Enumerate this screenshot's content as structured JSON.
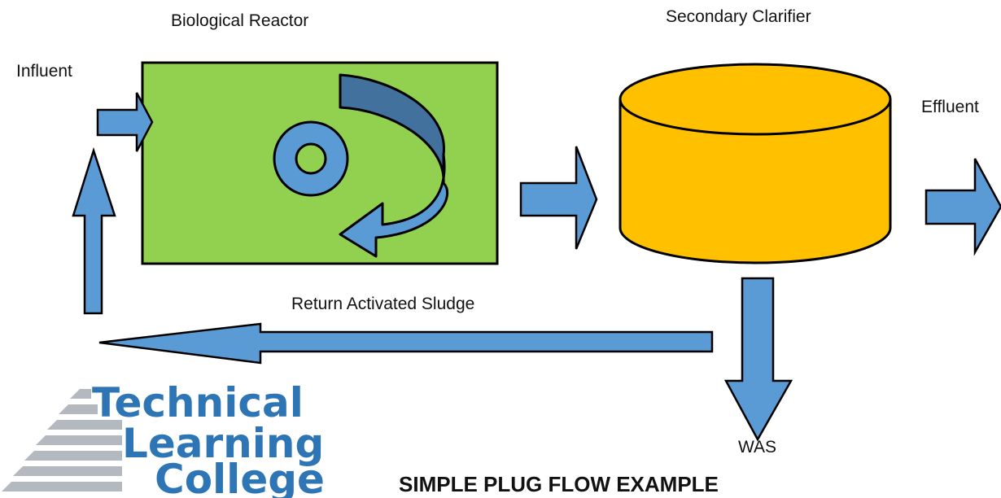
{
  "labels": {
    "reactor": "Biological Reactor",
    "clarifier": "Secondary Clarifier",
    "influent": "Influent",
    "effluent": "Effluent",
    "return_sludge": "Return Activated Sludge",
    "was": "WAS"
  },
  "title": "SIMPLE PLUG FLOW EXAMPLE",
  "logo": {
    "line1": "Technical",
    "line2": "Learning",
    "line3": "College"
  },
  "colors": {
    "arrow_fill": "#5b9bd5",
    "arrow_dark": "#41719c",
    "reactor_fill": "#92d050",
    "clarifier_fill": "#ffc000",
    "logo_blue": "#2e75b6",
    "logo_stripe": "#b4b9bf"
  }
}
